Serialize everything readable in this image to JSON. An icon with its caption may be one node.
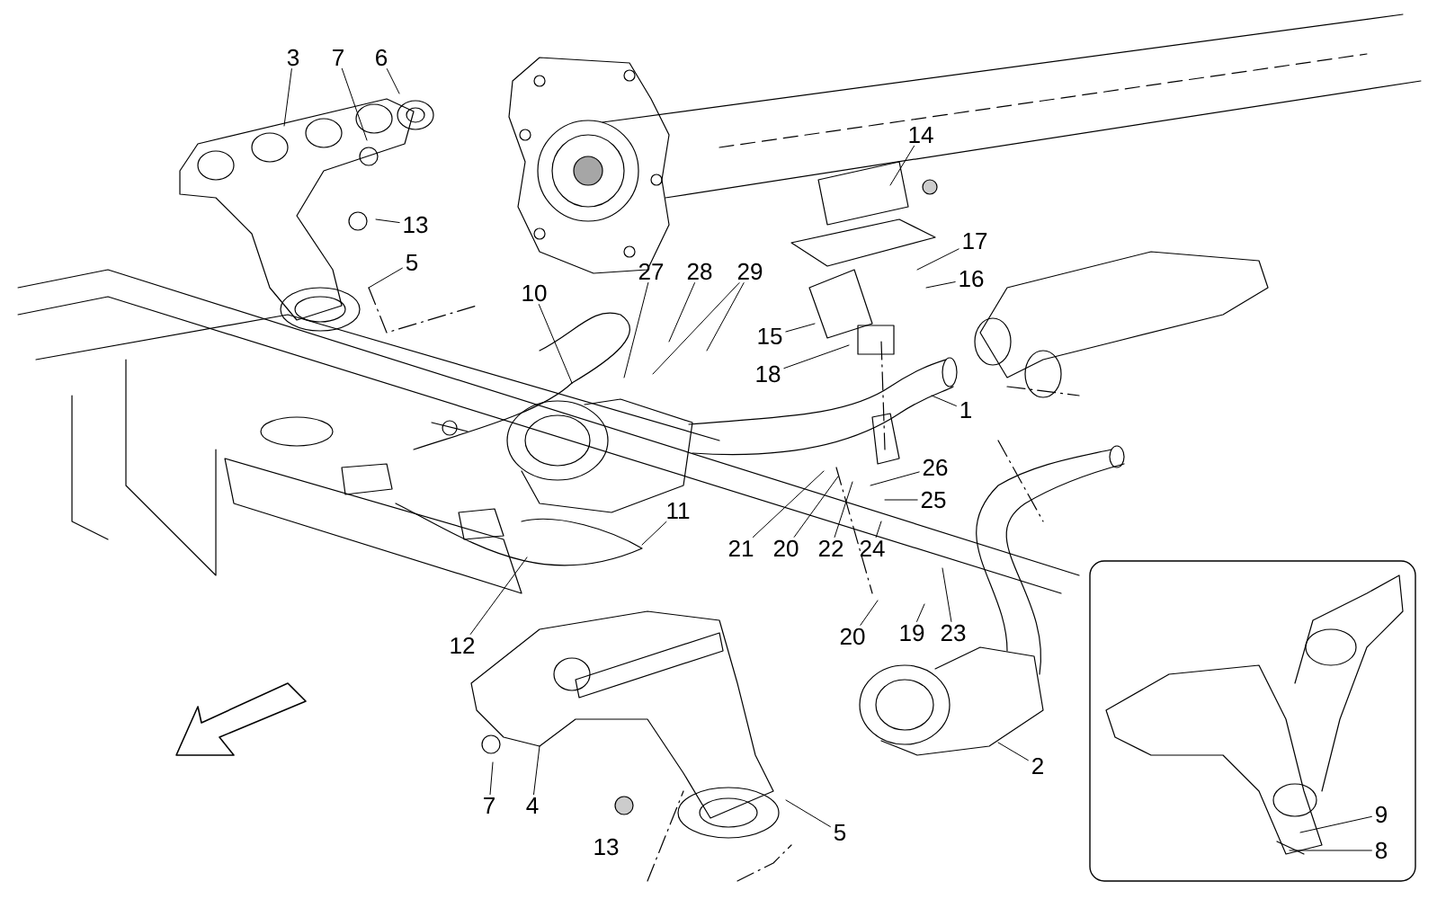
{
  "diagram": {
    "nodes": [
      {
        "text": [
          "3"
        ]
      },
      {
        "text": [
          "7"
        ]
      },
      {
        "text": [
          "6"
        ]
      },
      {
        "text": [
          "14"
        ]
      },
      {
        "text": [
          "13"
        ]
      },
      {
        "text": [
          "17"
        ]
      },
      {
        "text": [
          "5"
        ]
      },
      {
        "text": [
          "16"
        ]
      },
      {
        "text": [
          "27"
        ]
      },
      {
        "text": [
          "28"
        ]
      },
      {
        "text": [
          "29"
        ]
      },
      {
        "text": [
          "10"
        ]
      },
      {
        "text": [
          "15"
        ]
      },
      {
        "text": [
          "18"
        ]
      },
      {
        "text": [
          "1"
        ]
      },
      {
        "text": [
          "26"
        ]
      },
      {
        "text": [
          "25"
        ]
      },
      {
        "text": [
          "11"
        ]
      },
      {
        "text": [
          "21"
        ]
      },
      {
        "text": [
          "20"
        ]
      },
      {
        "text": [
          "22"
        ]
      },
      {
        "text": [
          "24"
        ]
      },
      {
        "text": [
          "20"
        ]
      },
      {
        "text": [
          "19"
        ]
      },
      {
        "text": [
          "23"
        ]
      },
      {
        "text": [
          "12"
        ]
      },
      {
        "text": [
          "2"
        ]
      },
      {
        "text": [
          "4"
        ]
      },
      {
        "text": [
          "7"
        ]
      },
      {
        "text": [
          "9"
        ]
      },
      {
        "text": [
          "5"
        ]
      },
      {
        "text": [
          "8"
        ]
      }
    ],
    "edges": [
      {
        "from": 0,
        "to": null,
        "arrow": "none"
      },
      {
        "from": 1,
        "to": null,
        "arrow": "none"
      },
      {
        "from": 2,
        "to": null,
        "arrow": "none"
      },
      {
        "from": 3,
        "to": null,
        "arrow": "none"
      },
      {
        "from": 4,
        "to": null,
        "arrow": "none"
      },
      {
        "from": 5,
        "to": null,
        "arrow": "none"
      },
      {
        "from": 6,
        "to": null,
        "arrow": "none"
      },
      {
        "from": 7,
        "to": null,
        "arrow": "none"
      },
      {
        "from": 8,
        "to": null,
        "arrow": "none"
      },
      {
        "from": 9,
        "to": null,
        "arrow": "none"
      },
      {
        "from": 10,
        "to": null,
        "arrow": "none"
      },
      {
        "from": 10,
        "to": null,
        "arrow": "none"
      },
      {
        "from": 11,
        "to": null,
        "arrow": "none"
      },
      {
        "from": 12,
        "to": null,
        "arrow": "none"
      },
      {
        "from": 13,
        "to": null,
        "arrow": "none"
      },
      {
        "from": 14,
        "to": null,
        "arrow": "none"
      },
      {
        "from": 15,
        "to": null,
        "arrow": "none"
      },
      {
        "from": 16,
        "to": null,
        "arrow": "none"
      },
      {
        "from": 17,
        "to": null,
        "arrow": "none"
      },
      {
        "from": 18,
        "to": null,
        "arrow": "none"
      },
      {
        "from": 19,
        "to": null,
        "arrow": "none"
      },
      {
        "from": 20,
        "to": null,
        "arrow": "none"
      },
      {
        "from": 21,
        "to": null,
        "arrow": "none"
      },
      {
        "from": 22,
        "to": null,
        "arrow": "none"
      },
      {
        "from": 23,
        "to": null,
        "arrow": "none"
      },
      {
        "from": 24,
        "to": null,
        "arrow": "none"
      },
      {
        "from": 25,
        "to": null,
        "arrow": "none"
      },
      {
        "from": 26,
        "to": null,
        "arrow": "none"
      },
      {
        "from": 27,
        "to": null,
        "arrow": "none"
      },
      {
        "from": 28,
        "to": null,
        "arrow": "none"
      },
      {
        "from": 29,
        "to": null,
        "arrow": "none"
      },
      {
        "from": 30,
        "to": null,
        "arrow": "none"
      },
      {
        "from": 31,
        "to": null,
        "arrow": "none"
      }
    ],
    "labels": [
      "13"
    ]
  }
}
